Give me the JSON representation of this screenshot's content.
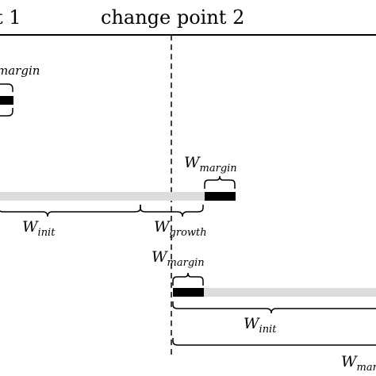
{
  "labels": {
    "cp1_suffix": "1",
    "cp1_partial": "t 1",
    "cp2": "change point 2",
    "margin_top_partial": "argin",
    "margin_top_partial_prefix": "m",
    "w_symbol": "W",
    "sub_margin": "margin",
    "sub_init": "init",
    "sub_growth": "growth",
    "w_cut": "W"
  },
  "colors": {
    "line": "#000000",
    "grey_bar": "#dcdcdc",
    "black_bar": "#000000",
    "background": "#ffffff"
  }
}
